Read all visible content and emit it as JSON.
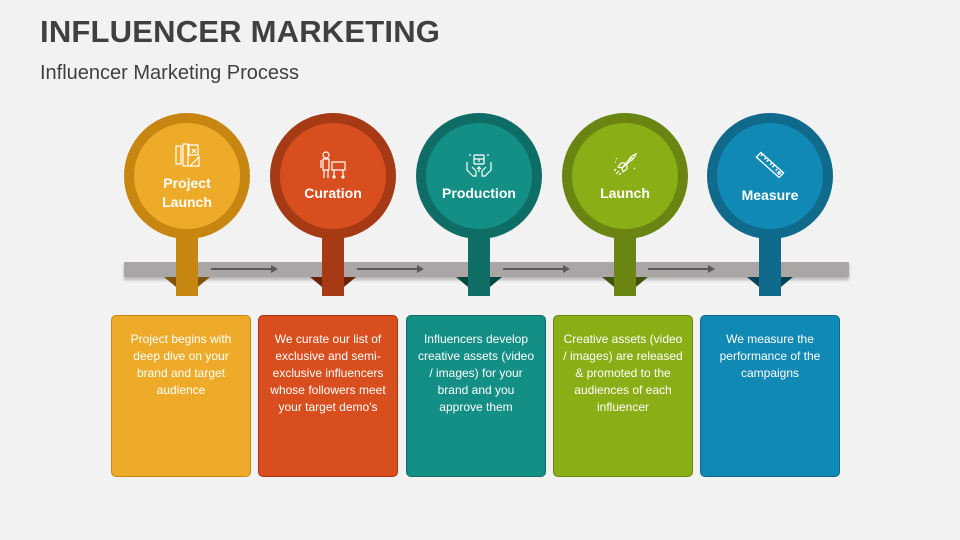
{
  "header": {
    "title": "INFLUENCER MARKETING",
    "subtitle": "Influencer Marketing Process"
  },
  "steps": [
    {
      "label": "Project Launch",
      "icon": "blueprint-tools-icon",
      "description": "Project begins with deep dive on your brand and target audience",
      "colors": {
        "outer": "#c7860f",
        "inner": "#eeab29",
        "stem": "#c7860f",
        "tri": "#7f5408",
        "card": "#eeab29"
      }
    },
    {
      "label": "Curation",
      "icon": "person-whiteboard-icon",
      "description": "We curate our list of exclusive and semi-exclusive influencers whose followers meet your target demo's",
      "colors": {
        "outer": "#a53a14",
        "inner": "#d94e1e",
        "stem": "#a53a14",
        "tri": "#6a2209",
        "card": "#d94e1e"
      }
    },
    {
      "label": "Production",
      "icon": "hands-box-icon",
      "description": "Influencers develop creative assets (video / images) for your brand and you approve them",
      "colors": {
        "outer": "#0e6e66",
        "inner": "#138f86",
        "stem": "#0e6e66",
        "tri": "#07453f",
        "card": "#138f86"
      }
    },
    {
      "label": "Launch",
      "icon": "rocket-icon",
      "description": "Creative assets (video / images) are released & promoted to the audiences of each influencer",
      "colors": {
        "outer": "#6a8511",
        "inner": "#8aaf16",
        "stem": "#6a8511",
        "tri": "#415209",
        "card": "#8aaf16"
      }
    },
    {
      "label": "Measure",
      "icon": "ruler-icon",
      "description": "We measure the performance of the campaigns",
      "colors": {
        "outer": "#0f6a8c",
        "inner": "#1089b5",
        "stem": "#0f6a8c",
        "tri": "#084259",
        "card": "#1089b5"
      }
    }
  ]
}
